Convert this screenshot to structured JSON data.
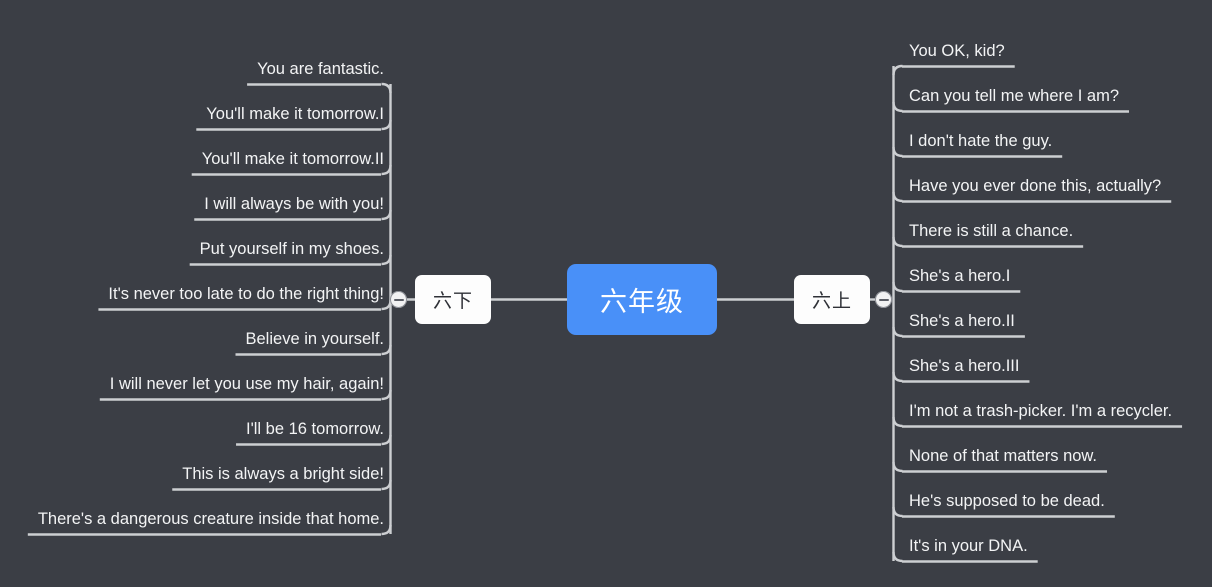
{
  "app": {
    "type": "mindmap",
    "background_color": "#3b3e45",
    "root_color": "#4990f8",
    "node_color": "#fdfdfd",
    "line_color": "#cdcfd2",
    "text_color": "#f3f4f5"
  },
  "root": {
    "label": "六年级"
  },
  "branches": [
    {
      "id": "left",
      "label": "六下",
      "side": "left",
      "toggle_icon": "minus-circle-icon",
      "toggle_state": "expanded",
      "children": [
        {
          "label": "You are fantastic."
        },
        {
          "label": "You'll make it tomorrow.I"
        },
        {
          "label": "You'll make it tomorrow.II"
        },
        {
          "label": "I will always be with you!"
        },
        {
          "label": "Put yourself in my shoes."
        },
        {
          "label": "It's never too late to do the right thing!"
        },
        {
          "label": "Believe in yourself."
        },
        {
          "label": "I will never let you use my hair, again!"
        },
        {
          "label": "I'll be 16 tomorrow."
        },
        {
          "label": "This is always a bright side!"
        },
        {
          "label": "There's a dangerous creature inside that home."
        }
      ]
    },
    {
      "id": "right",
      "label": "六上",
      "side": "right",
      "toggle_icon": "minus-circle-icon",
      "toggle_state": "expanded",
      "children": [
        {
          "label": "You OK, kid?"
        },
        {
          "label": "Can you tell me where I am?"
        },
        {
          "label": "I don't hate the guy."
        },
        {
          "label": "Have you ever done this, actually?"
        },
        {
          "label": "There is still a chance."
        },
        {
          "label": "She's a hero.I"
        },
        {
          "label": "She's a hero.II"
        },
        {
          "label": "She's a hero.III"
        },
        {
          "label": "I'm not a trash-picker. I'm a recycler."
        },
        {
          "label": "None of that matters now."
        },
        {
          "label": "He's supposed to be dead."
        },
        {
          "label": "It's in your DNA."
        }
      ]
    }
  ]
}
